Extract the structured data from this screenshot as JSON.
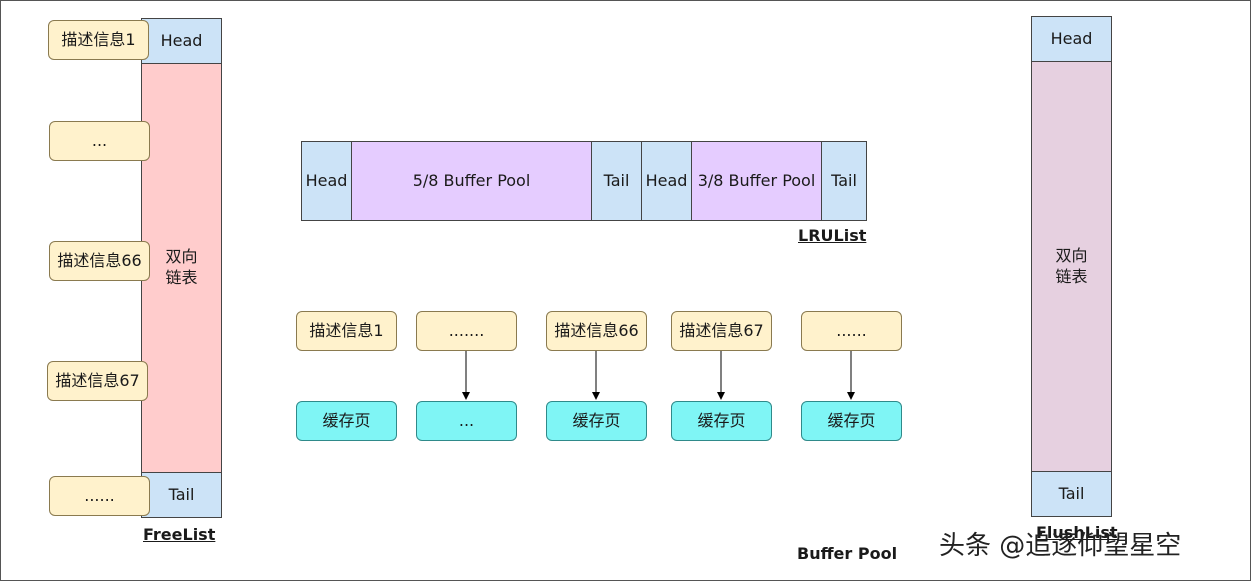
{
  "freelist": {
    "head": "Head",
    "tail": "Tail",
    "body": "双向\n链表",
    "label": "FreeList",
    "descriptors": [
      "描述信息1",
      "...",
      "描述信息66",
      "描述信息67",
      "......"
    ]
  },
  "lrulist": {
    "segments": [
      "Head",
      "5/8 Buffer Pool",
      "Tail",
      "Head",
      "3/8 Buffer Pool",
      "Tail"
    ],
    "label": "LRUList"
  },
  "buffer_pool": {
    "descriptors": [
      "描述信息1",
      ".......",
      "描述信息66",
      "描述信息67",
      "......"
    ],
    "pages": [
      "缓存页",
      "...",
      "缓存页",
      "缓存页",
      "缓存页"
    ],
    "label": "Buffer Pool"
  },
  "flushlist": {
    "head": "Head",
    "tail": "Tail",
    "body": "双向\n链表",
    "label": "FlushList"
  },
  "watermark": "头条 @追逐仰望星空"
}
